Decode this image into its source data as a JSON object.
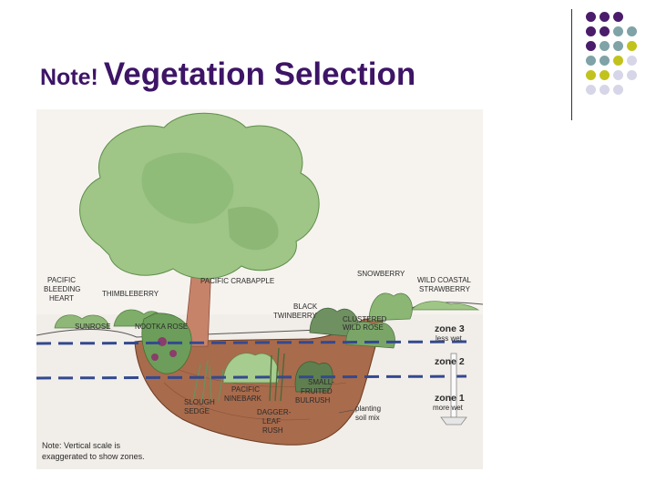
{
  "slide": {
    "title_prefix": "Note!",
    "title_main": "Vegetation Selection",
    "accent_colors": {
      "purple": "#4b1c6b",
      "teal": "#7fa3a6",
      "lime": "#c2c21e",
      "lavender": "#d6d6e8"
    }
  },
  "diagram": {
    "plant_labels": {
      "pacific_bleeding_heart": [
        "PACIFIC",
        "BLEEDING",
        "HEART"
      ],
      "thimbleberry": [
        "THIMBLEBERRY"
      ],
      "pacific_crabapple": [
        "PACIFIC CRABAPPLE"
      ],
      "snowberry": [
        "SNOWBERRY"
      ],
      "wild_coastal_strawberry": [
        "WILD COASTAL",
        "STRAWBERRY"
      ],
      "sunrose": [
        "SUNROSE"
      ],
      "nootka_rose": [
        "NOOTKA ROSE"
      ],
      "black_twinberry": [
        "BLACK",
        "TWINBERRY"
      ],
      "clustered_wild_rose": [
        "CLUSTERED",
        "WILD ROSE"
      ],
      "slough_sedge": [
        "SLOUGH",
        "SEDGE"
      ],
      "pacific_ninebark": [
        "PACIFIC",
        "NINEBARK"
      ],
      "small_fruited_bulrush": [
        "SMALL-",
        "FRUITED",
        "BULRUSH"
      ],
      "dagger_leaf_rush": [
        "DAGGER-",
        "LEAF",
        "RUSH"
      ],
      "planting_soil_mix": [
        "planting",
        "soil mix"
      ]
    },
    "zones": {
      "zone3": {
        "name": "zone 3",
        "desc": "less wet"
      },
      "zone2": {
        "name": "zone 2"
      },
      "zone1": {
        "name": "zone 1",
        "desc": "more wet"
      }
    },
    "note": [
      "Note: Vertical scale is",
      "exaggerated to show zones."
    ]
  }
}
